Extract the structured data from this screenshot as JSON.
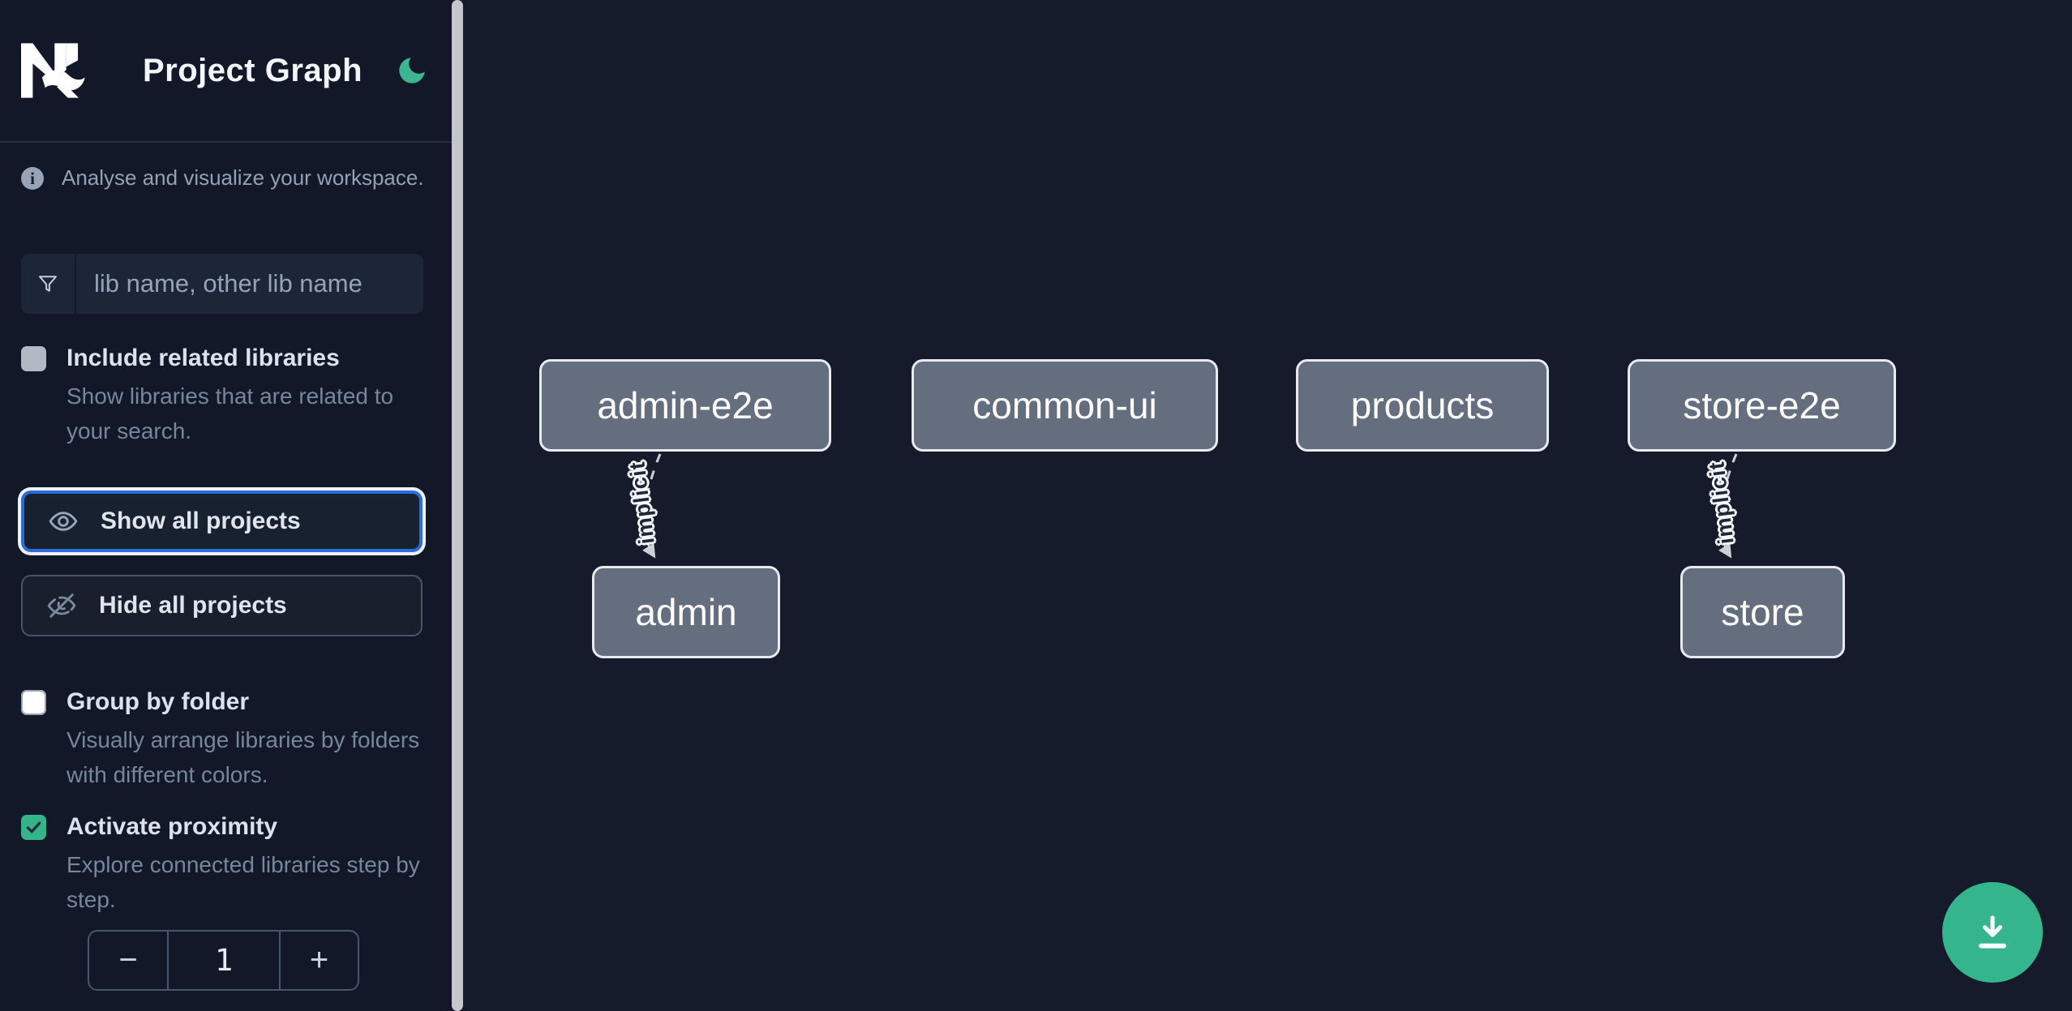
{
  "header": {
    "title": "Project Graph",
    "logo": "nx-logo",
    "theme_toggle_icon": "moon-icon",
    "accent_green": "#3bb690"
  },
  "intro": {
    "icon_glyph": "i",
    "text": "Analyse and visualize your workspace."
  },
  "search": {
    "icon": "funnel-icon",
    "placeholder": "lib name, other lib name",
    "value": ""
  },
  "toggles": {
    "include_related": {
      "label": "Include related libraries",
      "description": "Show libraries that are related to your search.",
      "checked": false
    },
    "group_by_folder": {
      "label": "Group by folder",
      "description": "Visually arrange libraries by folders with different colors.",
      "checked": false
    },
    "activate_proximity": {
      "label": "Activate proximity",
      "description": "Explore connected libraries step by step.",
      "checked": true
    }
  },
  "actions": {
    "show_all": "Show all projects",
    "hide_all": "Hide all projects",
    "focused_button": "show_all",
    "focus_ring_color": "#2e6ae0"
  },
  "stepper": {
    "decrement": "−",
    "value": "1",
    "increment": "+"
  },
  "graph": {
    "nodes": [
      {
        "label": "admin-e2e"
      },
      {
        "label": "common-ui"
      },
      {
        "label": "products"
      },
      {
        "label": "store-e2e"
      },
      {
        "label": "admin"
      },
      {
        "label": "store"
      }
    ],
    "edges": [
      {
        "from": "admin-e2e",
        "to": "admin",
        "label": "implicit",
        "style": "dashed"
      },
      {
        "from": "store-e2e",
        "to": "store",
        "label": "implicit",
        "style": "dashed"
      }
    ],
    "node_fill": "#646e7e",
    "node_border": "#e7eaee",
    "edge_color": "#ccd1d7"
  },
  "fab": {
    "icon": "download-icon",
    "color": "#35b58c"
  },
  "colors": {
    "sidebar_bg": "#121827",
    "canvas_bg": "#151b2a",
    "checkbox_checked": "#35b489",
    "divider": "#c3c7cd"
  }
}
